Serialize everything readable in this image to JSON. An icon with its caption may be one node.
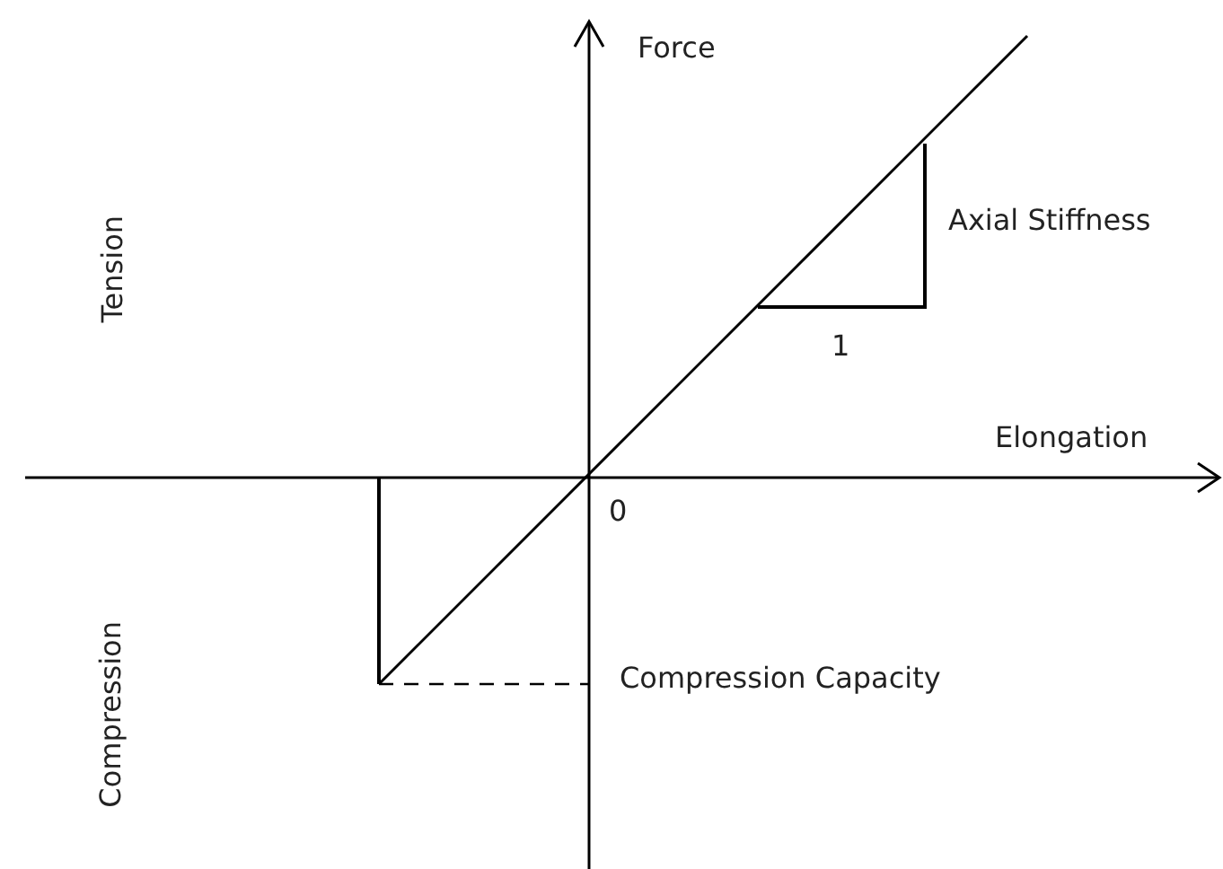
{
  "diagram": {
    "labels": [
      "Force",
      "Tension",
      "Axial Stiffness",
      "1",
      "Elongation",
      "0",
      "Compression Capacity",
      "Compression"
    ]
  }
}
